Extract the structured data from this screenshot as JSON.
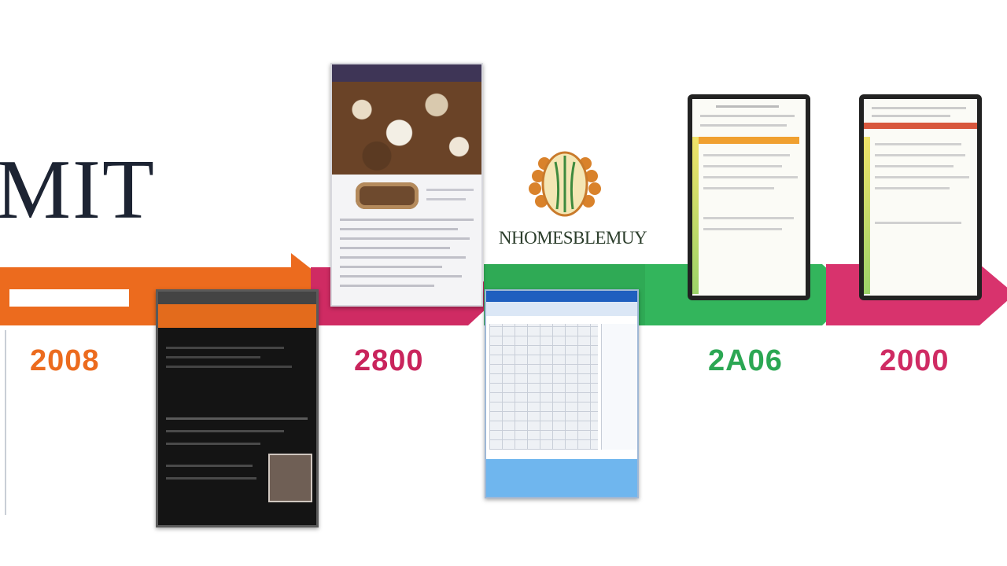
{
  "title": "MIT",
  "years": [
    "2008",
    "2800",
    "2A06",
    "2000"
  ],
  "logo_text": "NHOMESBLEMUY",
  "colors": {
    "orange": "#ec6b1e",
    "pink": "#cf2b63",
    "green": "#2faa55",
    "dark": "#1d2433"
  }
}
